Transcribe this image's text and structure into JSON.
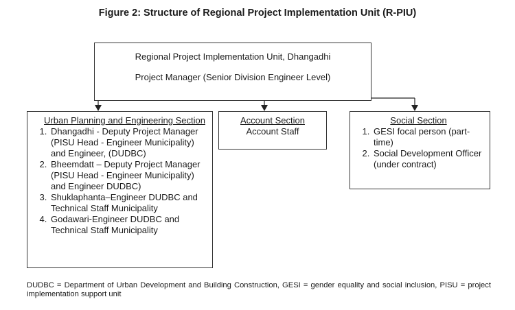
{
  "figure": {
    "title_prefix": "Figure 2",
    "title_rest": ": Structure of Regional Project Implementation Unit (R-PIU)"
  },
  "top_box": {
    "line1": "Regional Project Implementation Unit, Dhangadhi",
    "line2": "Project Manager (Senior Division Engineer Level)"
  },
  "sections": {
    "urban": {
      "title": "Urban Planning and Engineering Section",
      "items": [
        "Dhangadhi - Deputy Project Manager (PISU Head - Engineer Municipality) and Engineer, (DUDBC)",
        "Bheemdatt – Deputy Project Manager (PISU Head - Engineer Municipality) and Engineer DUDBC)",
        "Shuklaphanta–Engineer DUDBC and Technical Staff Municipality",
        "Godawari-Engineer DUDBC and Technical Staff Municipality"
      ]
    },
    "account": {
      "title": "Account Section",
      "body": "Account Staff"
    },
    "social": {
      "title": "Social Section",
      "items": [
        "GESI focal person (part-time)",
        "Social Development Officer (under contract)"
      ]
    }
  },
  "footnote": "DUDBC = Department of Urban Development and Building Construction, GESI = gender equality and social inclusion, PISU = project implementation support unit"
}
